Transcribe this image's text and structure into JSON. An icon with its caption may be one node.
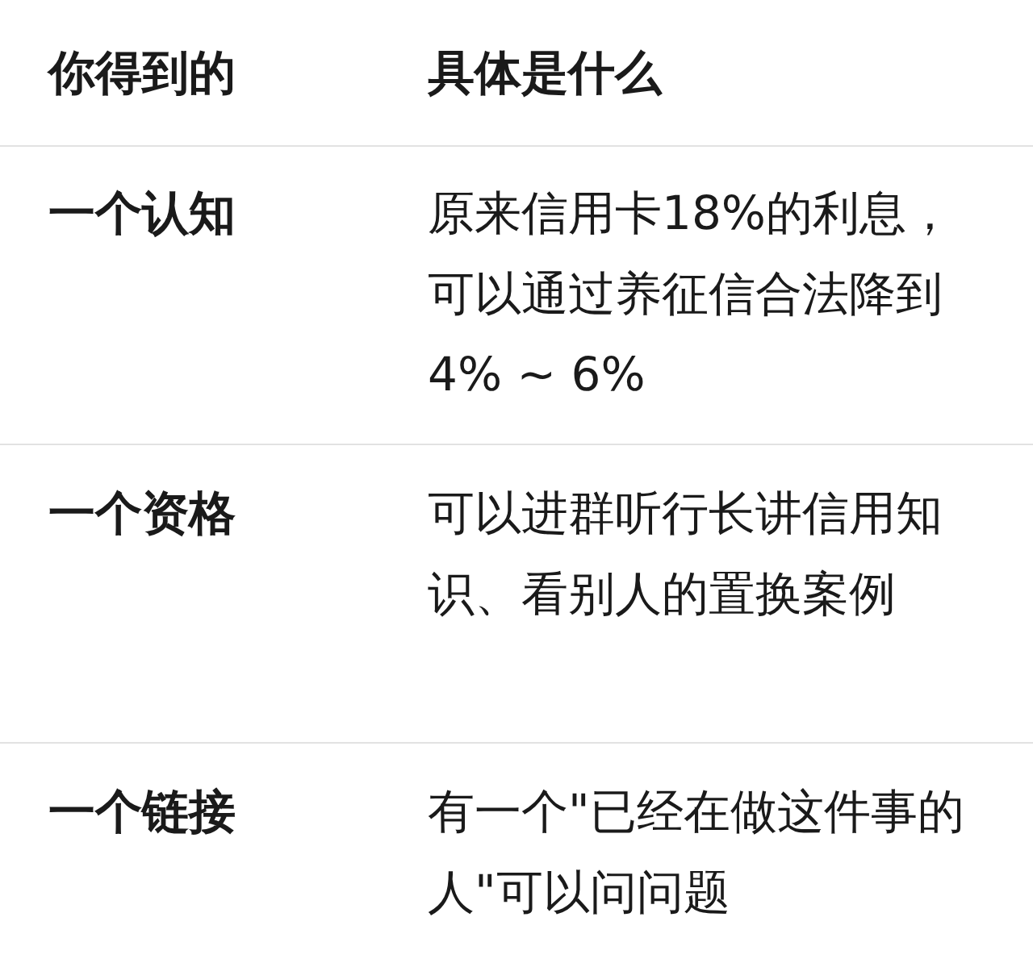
{
  "diagram": {
    "labels": [
      "你得到的",
      "具体是什么",
      "一个认知",
      "原来信用卡18%的利息，可以通过养征信合法降到4% ~ 6%",
      "一个资格",
      "可以进群听行长讲信用知识、看别人的置换案例",
      "一个链接",
      "有一个\"已经在做这件事的人\"可以问问题"
    ]
  }
}
